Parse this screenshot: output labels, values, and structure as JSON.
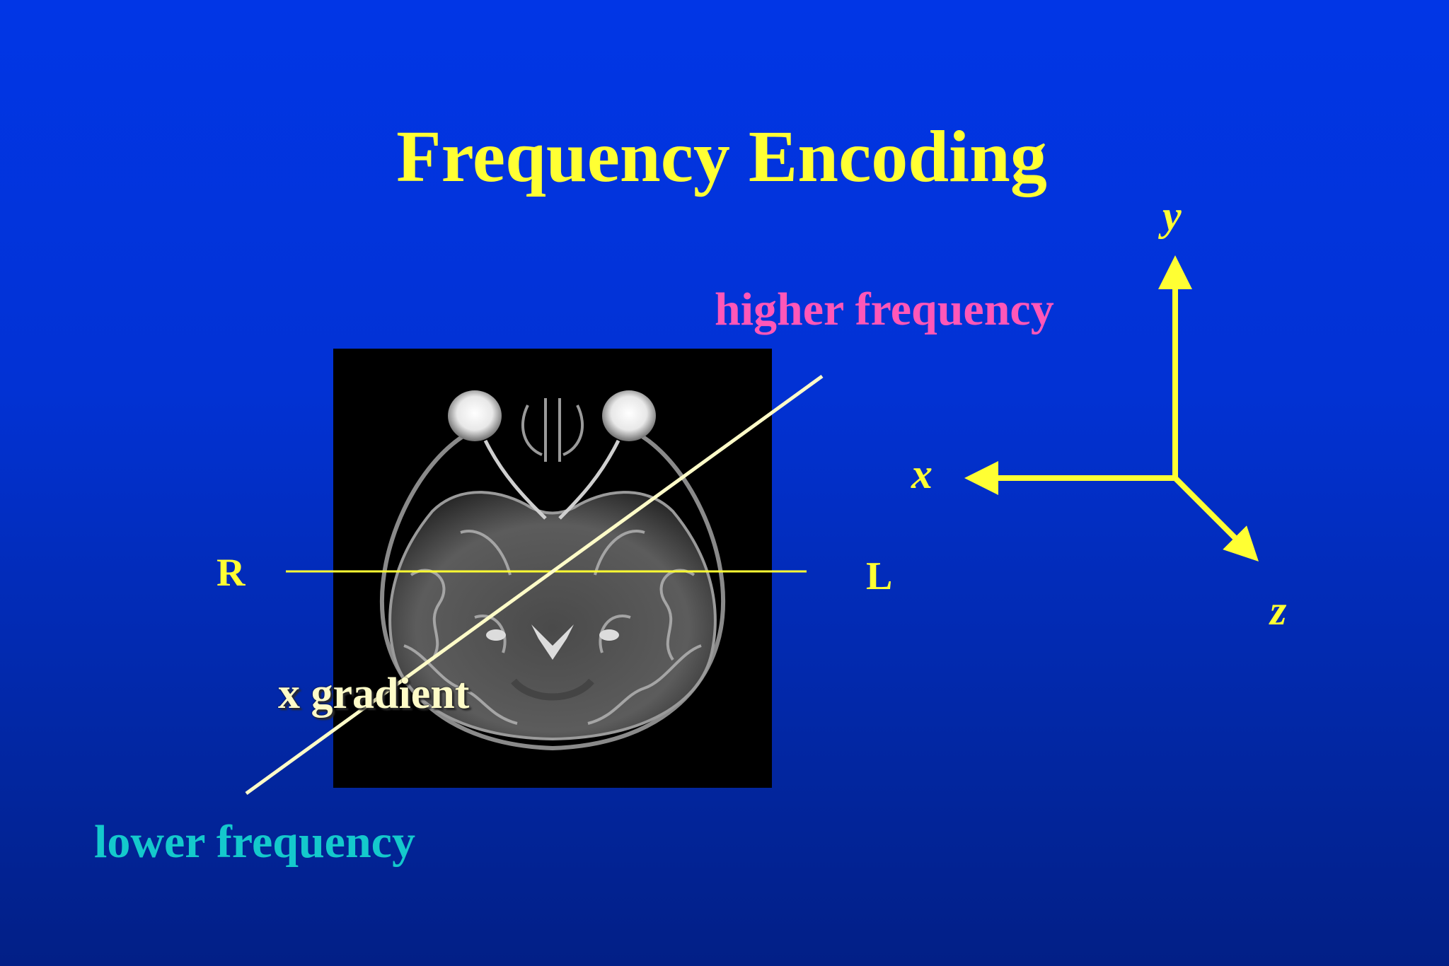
{
  "slide": {
    "title": "Frequency Encoding",
    "higher_label": "higher frequency",
    "lower_label": "lower frequency",
    "gradient_label": "x gradient",
    "right_label": "R",
    "left_label": "L"
  },
  "axes": {
    "x": "x",
    "y": "y",
    "z": "z"
  },
  "colors": {
    "title": "#ffff33",
    "higher": "#ff57b8",
    "lower": "#14c9cc",
    "axis_arrows": "#ffff33",
    "gradient_line": "#fffcc8"
  },
  "image": {
    "subject": "axial brain MRI"
  }
}
